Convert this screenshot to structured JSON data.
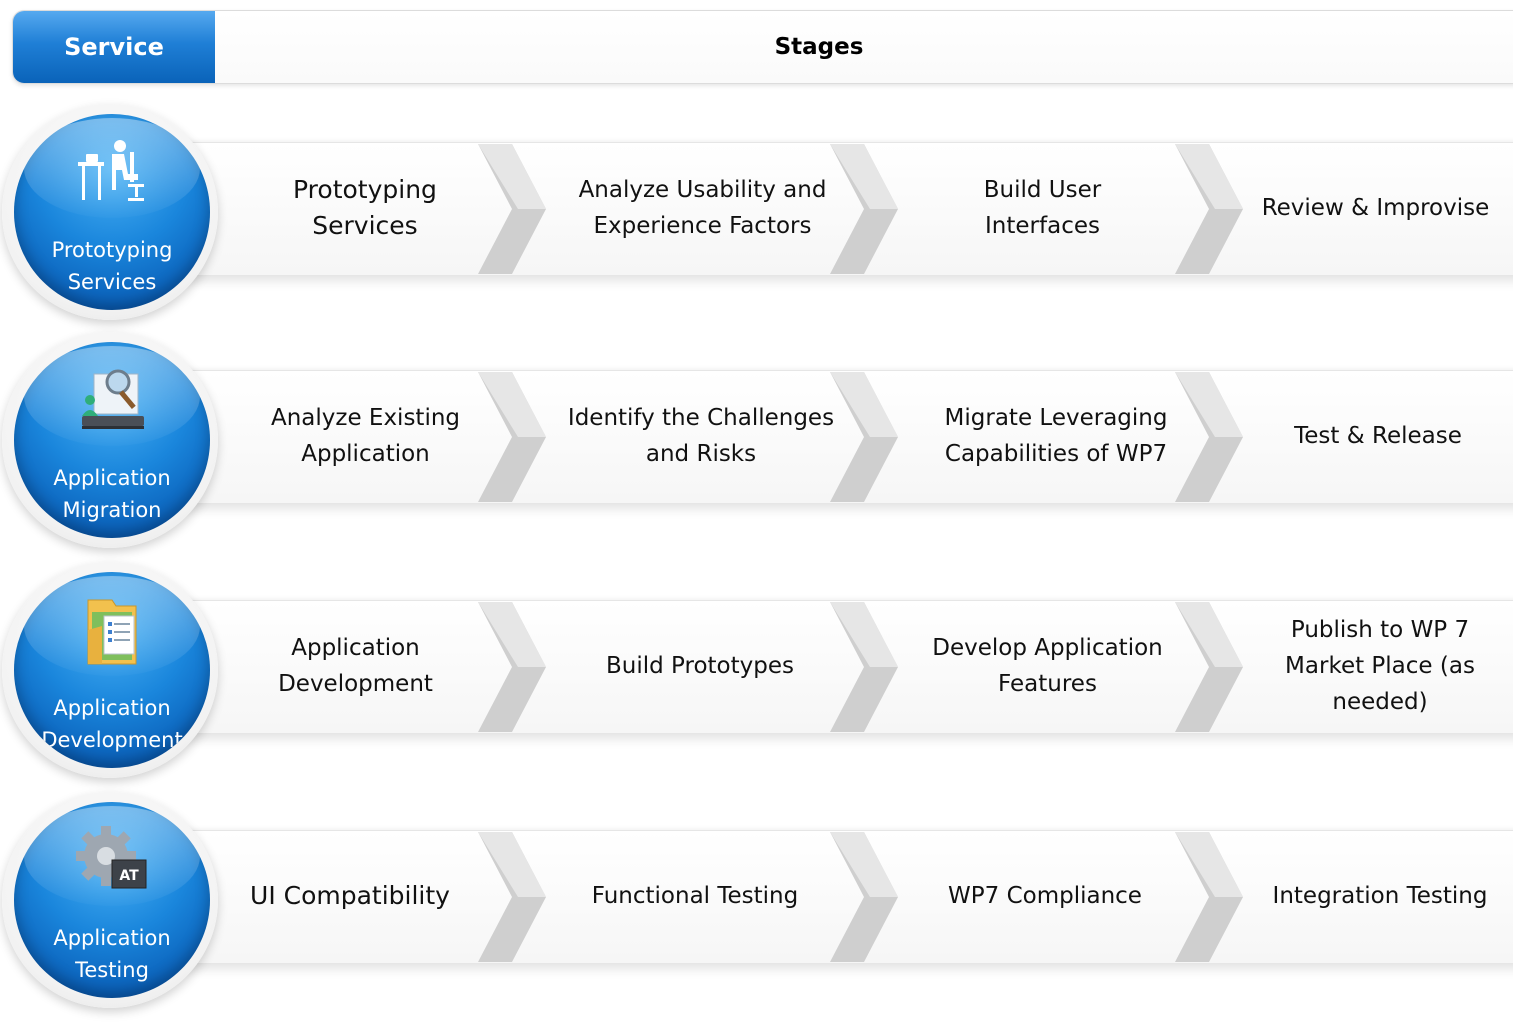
{
  "header": {
    "service_label": "Service",
    "stages_label": "Stages"
  },
  "rows": [
    {
      "service": "Prototyping Services",
      "icon": "person-at-desk-icon",
      "stages": [
        "Prototyping Services",
        "Analyze Usability and Experience Factors",
        "Build User Interfaces",
        "Review & Improvise"
      ]
    },
    {
      "service": "Application Migration",
      "icon": "magnifier-server-icon",
      "stages": [
        "Analyze Existing Application",
        "Identify the Challenges and  Risks",
        "Migrate Leveraging Capabilities of WP7",
        "Test & Release"
      ]
    },
    {
      "service": "Application Development",
      "icon": "documents-folder-icon",
      "stages": [
        "Application Development",
        "Build Prototypes",
        "Develop Application Features",
        "Publish to WP 7 Market Place (as needed)"
      ]
    },
    {
      "service": "Application Testing",
      "icon": "gear-at-icon",
      "stages": [
        "UI Compatibility",
        "Functional Testing",
        "WP7 Compliance",
        "Integration Testing"
      ]
    }
  ],
  "colors": {
    "accent_blue": "#1a86dc",
    "chevron_gray": "#cfcfcf"
  }
}
